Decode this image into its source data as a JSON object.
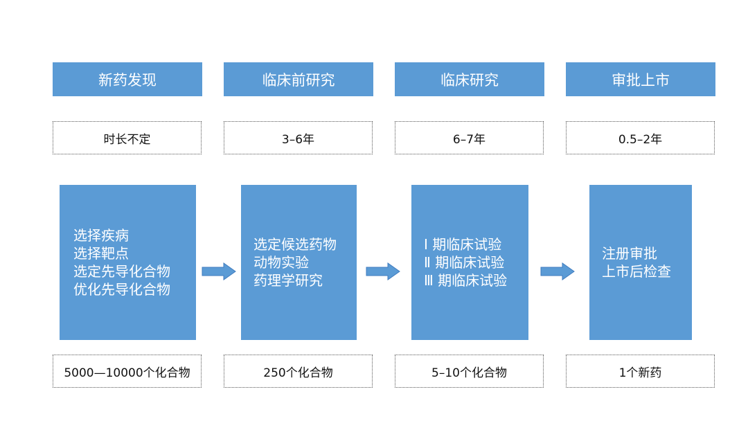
{
  "stages": [
    {
      "title": "新药发现",
      "duration": "时长不定",
      "activities": [
        "选择疾病",
        "选择靶点",
        "选定先导化合物",
        "优化先导化合物"
      ],
      "count": "5000—10000个化合物"
    },
    {
      "title": "临床前研究",
      "duration": "3–6年",
      "activities": [
        "选定候选药物",
        "动物实验",
        "药理学研究"
      ],
      "count": "250个化合物"
    },
    {
      "title": "临床研究",
      "duration": "6–7年",
      "activities": [
        "Ⅰ 期临床试验",
        "Ⅱ 期临床试验",
        "Ⅲ 期临床试验"
      ],
      "count": "5–10个化合物"
    },
    {
      "title": "审批上市",
      "duration": "0.5–2年",
      "activities": [
        "注册审批",
        "上市后检查"
      ],
      "count": "1个新药"
    }
  ],
  "colors": {
    "accent": "#5b9bd5",
    "arrow_fill": "#5b9bd5",
    "arrow_stroke": "#3f7bbf"
  }
}
